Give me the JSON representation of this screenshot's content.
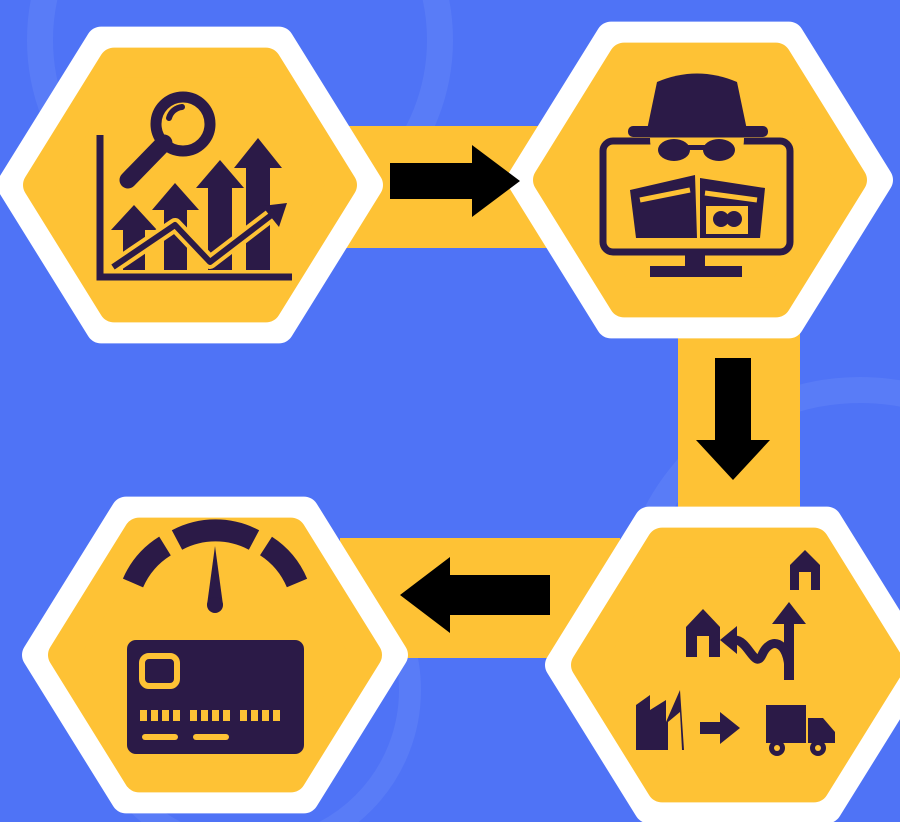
{
  "colors": {
    "background": "#4f73f6",
    "watermark": "#6384f7",
    "node_fill": "#fec235",
    "node_border": "#ffffff",
    "connector": "#fec235",
    "arrow": "#000000",
    "icon": "#2b1a47"
  },
  "nodes": [
    {
      "id": "market-analysis",
      "icon": "growth-chart-magnifier-icon"
    },
    {
      "id": "fraud-monitoring",
      "icon": "spy-monitor-icon"
    },
    {
      "id": "distribution",
      "icon": "supply-chain-routes-icon"
    },
    {
      "id": "credit-score",
      "icon": "credit-score-gauge-icon"
    }
  ],
  "edges": [
    {
      "from": "market-analysis",
      "to": "fraud-monitoring",
      "direction": "right"
    },
    {
      "from": "fraud-monitoring",
      "to": "distribution",
      "direction": "down"
    },
    {
      "from": "distribution",
      "to": "credit-score",
      "direction": "left"
    }
  ]
}
